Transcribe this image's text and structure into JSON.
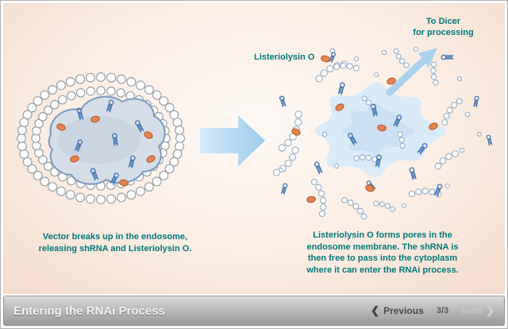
{
  "diagram": {
    "dicer_label": "To Dicer\nfor processing",
    "listeriolysin_label": "Listeriolysin O",
    "left_caption": "Vector breaks up in the endosome,\nreleasing shRNA and Listeriolysin O.",
    "right_caption": "Listeriolysin O forms pores in the\nendosome membrane. The shRNA is\nthen free to pass into the cytoplasm\nwhere it can enter the RNAi process.",
    "icons": {
      "shrna": "shrna-hairpin-icon",
      "listeriolysin": "listeriolysin-blob-icon",
      "membrane": "membrane-lipid-circle",
      "transition": "transition-arrow",
      "dicer": "dicer-arrow"
    }
  },
  "footer": {
    "title": "Entering the RNAi Process",
    "previous_label": "Previous",
    "page_indicator": "3/3",
    "next_label": "Next",
    "prev_chevron": "❮",
    "next_chevron": "❯"
  },
  "colors": {
    "caption_teal": "#00797a",
    "hairpin_blue": "#4577b5",
    "listeriolysin_orange": "#e8824e",
    "arrow_blue": "#aad2ee",
    "background_peach": "#f9e9de",
    "footer_gray": "#b4b4b4"
  }
}
